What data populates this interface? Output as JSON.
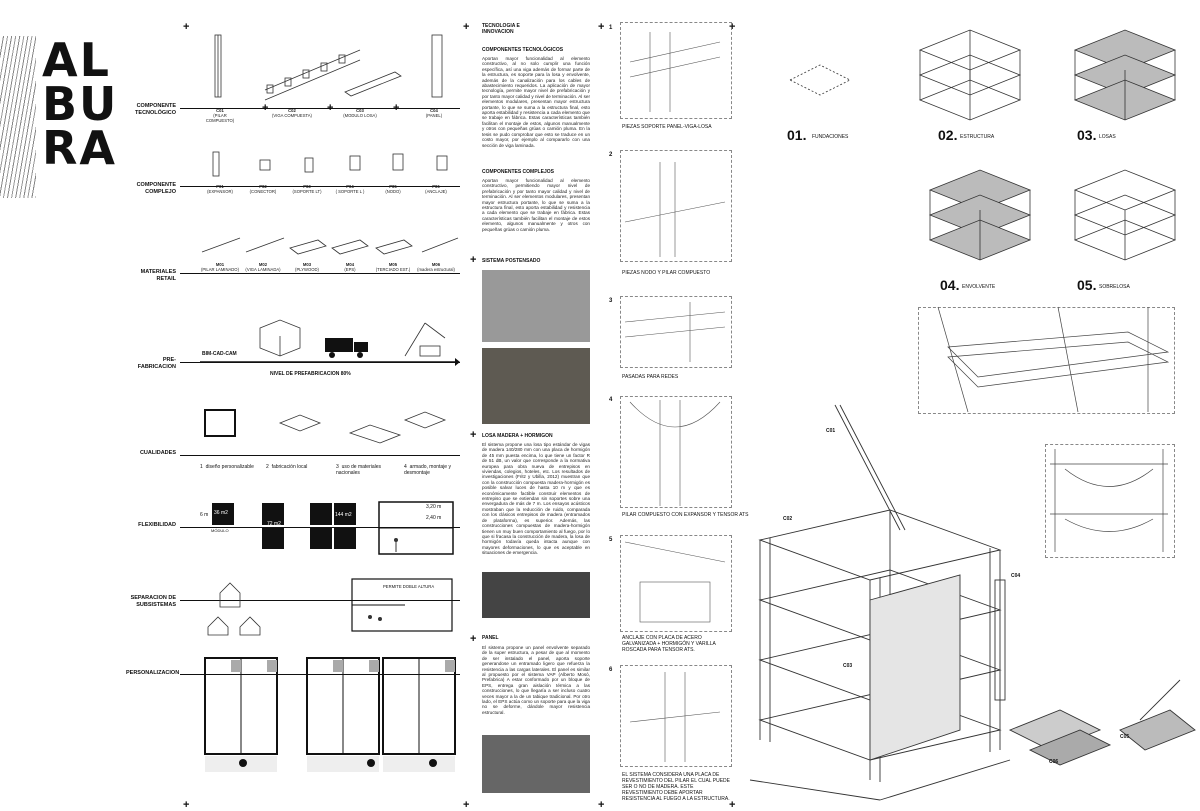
{
  "logo": {
    "text": "ALBURA",
    "lines": [
      "AL",
      "BU",
      "RA"
    ]
  },
  "rows": [
    {
      "label": "COMPONENTE TECNOLÓGICO"
    },
    {
      "label": "COMPONENTE COMPLEJO"
    },
    {
      "label": "MATERIALES RETAIL"
    },
    {
      "label": "PRE-FABRICACION"
    },
    {
      "label": "CUALIDADES"
    },
    {
      "label": "FLEXIBILIDAD"
    },
    {
      "label": "SEPARACION DE SUBSISTEMAS"
    },
    {
      "label": "PERSONALIZACION"
    }
  ],
  "tech_components": [
    {
      "code": "C01",
      "name": "(PILAR COMPUESTO)"
    },
    {
      "code": "C02",
      "name": "(VIGA COMPUESTA)"
    },
    {
      "code": "C03",
      "name": "(MODULO LOSA)"
    },
    {
      "code": "C04",
      "name": "(PANEL)"
    }
  ],
  "complex_components": [
    {
      "code": "P01",
      "name": "(EXPANSOR)"
    },
    {
      "code": "P02",
      "name": "(CONECTOR)"
    },
    {
      "code": "P03",
      "name": "(SOPORTE LT)"
    },
    {
      "code": "P04",
      "name": "( SOPORTE L )"
    },
    {
      "code": "P05",
      "name": "(NODO)"
    },
    {
      "code": "P06",
      "name": "(ANCLAJE)"
    }
  ],
  "retail_materials": [
    {
      "code": "M01",
      "name": "(PILAR LAMINADO)"
    },
    {
      "code": "M02",
      "name": "(VIGA LAMINADA)"
    },
    {
      "code": "M03",
      "name": "(PLYWOOD)"
    },
    {
      "code": "M04",
      "name": "(EPS)"
    },
    {
      "code": "M05",
      "name": "(TERCIADO EST.)"
    },
    {
      "code": "M06",
      "name": "(madera estructural)"
    }
  ],
  "prefab": {
    "software": "BIM-CAD-CAM",
    "level": "NIVEL DE PREFABRICACION 80%"
  },
  "qualities": [
    {
      "n": "1",
      "text": "diseño personalizable"
    },
    {
      "n": "2",
      "text": "fabricación local"
    },
    {
      "n": "3",
      "text": "uso de materiales nacionales"
    },
    {
      "n": "4",
      "text": "armado, montaje y desmontaje"
    }
  ],
  "flexibility": {
    "m1": "36 m2",
    "m2": "72 m2",
    "m3": "144 m2",
    "modulo": "MÓDULO",
    "h1": "3,20 m",
    "h2": "2,40 m",
    "dim": "6 m"
  },
  "subsystems": {
    "note": "PERMITE DOBLE ALTURA"
  },
  "text_col": {
    "heading": "TECNOLOGIA E INNOVACION",
    "s1_title": "COMPONENTES TECNOLÓGICOS",
    "s1_text": "Aportan mayor funcionalidad al elemento constructivo, al no solo cumplir una función específica, así una viga además de formar parte de la estructura, es soporte para la losa y envolvente, además de la canalización para los cables de abastecimiento requeridos. La aplicación de mayor tecnología, permite mayor nivel de prefabricación y por tanto mayor calidad y nivel de terminación. Al ser elementos modulares, presentan mayor estructura portante, lo que se suma a la estructura final, esto aporta estabilidad y resistencia a cada elemento que se trabaje en fábrica. Estas características también facilitan el montaje de estos, algunos manualmente y otros con pequeñas grúas o camión pluma. En la tesis se pudo comprobar que esto se traduce en un costo mayor, por ejemplo al compararlo con una sección de viga laminada.",
    "s2_title": "COMPONENTES COMPLEJOS",
    "s2_text": "Aportan mayor funcionalidad al elemento constructivo, permitiendo mayor nivel de prefabricación y por tanto mayor calidad y nivel de terminación. Al ser elementos modulares, presentan mayor estructura portante, lo que se suma a la estructura final, esto aporta estabilidad y resistencia a cada elemento que se trabaje en fábrica. Estas características también facilitan el montaje de estos elemento, algunos manualmente y otros con pequeñas grúas o camión pluma.",
    "s3_title": "SISTEMA POSTENSADO",
    "s4_title": "LOSA MADERA + HORMIGON",
    "s4_text": "El sistema propone una losa tipo estándar de vigas de madera 140/280 mm con una placa de hormigón de 45 mm puesta encima, lo que tiene un factor R de 51 dB, un valor que corresponde a la normativa europea para obra nueva de entrepisos en viviendas, colegios, hoteles, etc. Los resultados de investigaciones (Fritz y Ubilla, 2012) muestran que con la construcción compuesta madera-hormigón es posible salvar luces de hasta 10 m y que es económicamente factible construir elementos de entrepiso que se extiendan sin soportes sobre una envergadura de más de 7 m. Los ensayos acústicos mostraban que la reducción de ruido, comparada con los clásicos entrepisos de madera (entramados de plataforma), es superior. Además, las construcciones compuestas de madera-hormigón tienen un muy buen comportamiento al fuego, por lo que si fracasa la construcción de madera, la losa de hormigón todavía queda intacta aunque con mayores deformaciones, lo que es aceptable en situaciones de emergencia.",
    "s5_title": "PANEL",
    "s5_text": "El sistema propone un panel envolvente separado de la super estructura, a pesar de que al momento de ser instalado el panel, aporta soporte generandose un entramado ligero que refuerza la resistencia a las cargas laterales. El panel es similar al propuesto por el sistema VAP (Alberto Mosó, Prefabrica) A estar conformado por un bloque de EPS, entrega gran aislación térmica a las construcciones, lo que llegaría a ser incluso cuatro veces mayor a la de un tabique tradicional. Por otro lado, el EPS actúa como un soporte para que la viga no se deforme, dándole mayor resistencia estructural."
  },
  "steps": [
    {
      "n": "1",
      "text": "PIEZAS SOPORTE PANEL-VIGA-LOSA"
    },
    {
      "n": "2",
      "text": "PIEZAS NODO Y PILAR COMPUESTO"
    },
    {
      "n": "3",
      "text": "PASADAS PARA REDES"
    },
    {
      "n": "4",
      "text": "PILAR COMPUESTO CON EXPANSOR Y TENSOR ATS"
    },
    {
      "n": "5",
      "text": "ANCLAJE CON PLACA DE ACERO GALVANIZADA + HORMIGÓN Y VARILLA ROSCADA PARA TENSOR ATS."
    },
    {
      "n": "6",
      "text": "EL SISTEMA CONSIDERA UNA PLACA DE REVESTIMIENTO DEL PILAR EL CUAL PUEDE SER O NO DE MADERA. ESTE REVESTIMIENTO DEBE APORTAR RESISTENCIA AL FUEGO A LA ESTRUCTURA."
    }
  ],
  "stages": [
    {
      "n": "01.",
      "text": "FUNDACIONES"
    },
    {
      "n": "02.",
      "text": "ESTRUCTURA"
    },
    {
      "n": "03.",
      "text": "LOSAS"
    },
    {
      "n": "04.",
      "text": "ENVOLVENTE"
    },
    {
      "n": "05.",
      "text": "SOBRELOSA"
    }
  ],
  "callouts": [
    "C01",
    "C02",
    "C03",
    "C04",
    "C05",
    "C06"
  ]
}
